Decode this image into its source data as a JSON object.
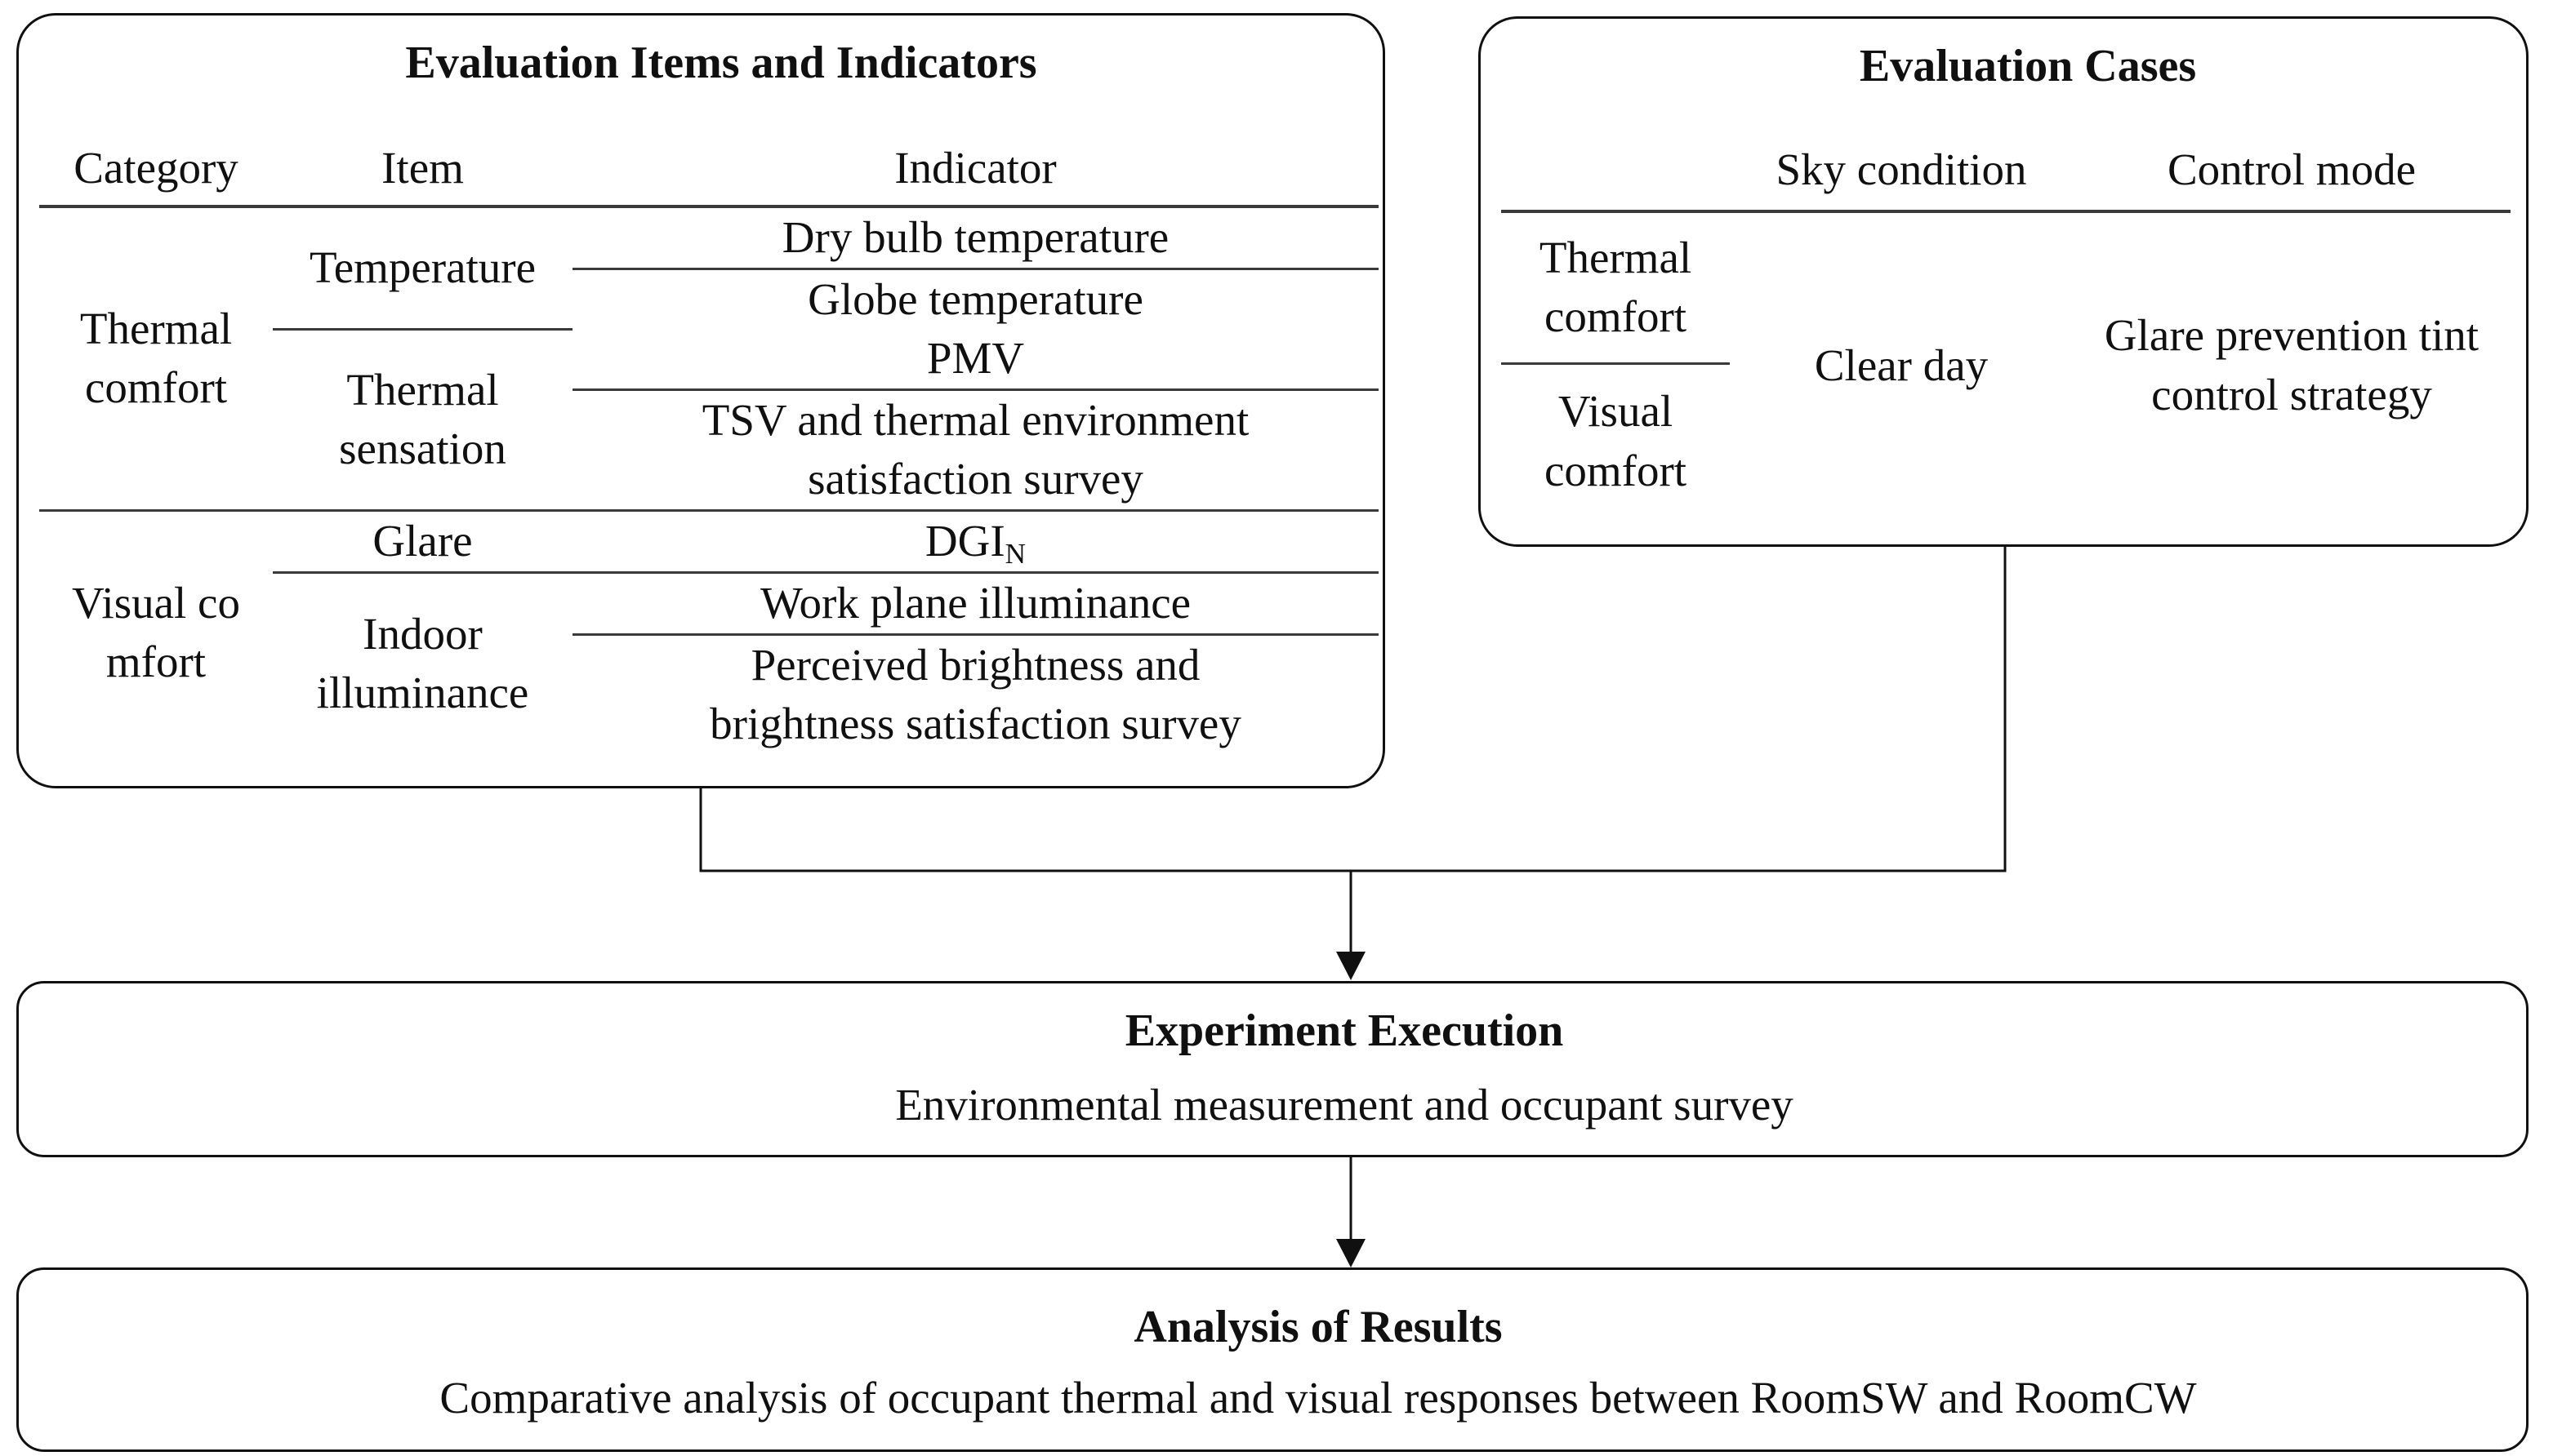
{
  "colors": {
    "ink": "#101010",
    "rule": "#3a3a3a",
    "background": "#ffffff"
  },
  "evaluation_items": {
    "title": "Evaluation Items and Indicators",
    "headers": [
      "Category",
      "Item",
      "Indicator"
    ],
    "thermal_category": [
      "Thermal",
      "comfort"
    ],
    "visual_category": [
      "Visual co",
      "mfort"
    ],
    "temperature_item": "Temperature",
    "thermal_sensation_item": [
      "Thermal",
      "sensation"
    ],
    "glare_item": "Glare",
    "indoor_illuminance_item": [
      "Indoor",
      "illuminance"
    ],
    "dry_bulb": "Dry bulb temperature",
    "globe": "Globe temperature",
    "pmv": "PMV",
    "tsv": [
      "TSV and thermal environment",
      "satisfaction survey"
    ],
    "dgi_base": "DGI",
    "dgi_sub": "N",
    "work_plane": "Work plane illuminance",
    "perceived": [
      "Perceived brightness and",
      "brightness satisfaction survey"
    ]
  },
  "evaluation_cases": {
    "title": "Evaluation Cases",
    "headers": [
      "Sky condition",
      "Control mode"
    ],
    "thermal_category": [
      "Thermal",
      "comfort"
    ],
    "visual_category": [
      "Visual",
      "comfort"
    ],
    "sky_condition": "Clear day",
    "control_mode": [
      "Glare prevention tint",
      "control strategy"
    ]
  },
  "experiment": {
    "title": "Experiment Execution",
    "subtitle": "Environmental measurement and occupant survey"
  },
  "analysis": {
    "title": "Analysis of Results",
    "subtitle": "Comparative analysis of occupant thermal and visual responses between RoomSW and RoomCW"
  }
}
